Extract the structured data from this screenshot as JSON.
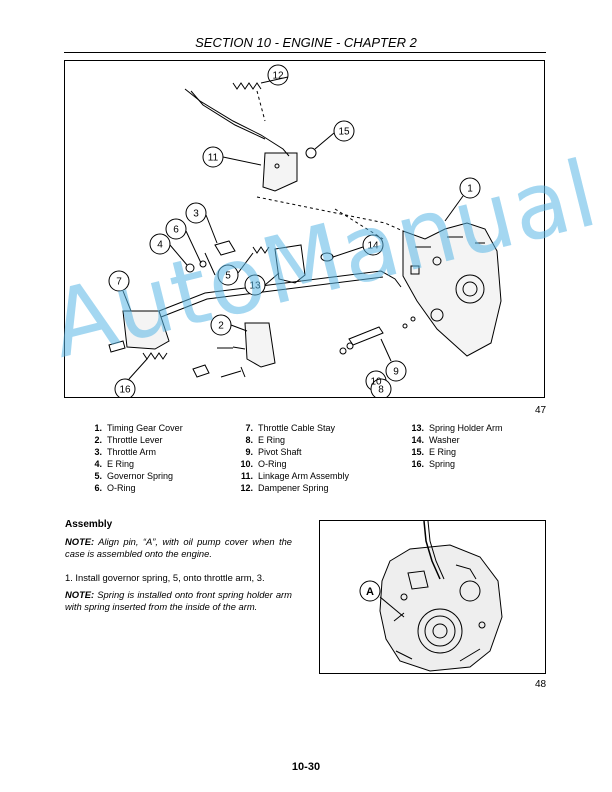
{
  "header": {
    "title": "SECTION 10 - ENGINE - CHAPTER 2"
  },
  "figure_1": {
    "number": "47",
    "callouts": [
      "1",
      "2",
      "3",
      "4",
      "5",
      "6",
      "7",
      "8",
      "9",
      "10",
      "11",
      "12",
      "13",
      "14",
      "15",
      "16"
    ]
  },
  "legend": {
    "col1": [
      {
        "num": "1.",
        "label": "Timing Gear Cover"
      },
      {
        "num": "2.",
        "label": "Throttle Lever"
      },
      {
        "num": "3.",
        "label": "Throttle Arm"
      },
      {
        "num": "4.",
        "label": "E Ring"
      },
      {
        "num": "5.",
        "label": "Governor Spring"
      },
      {
        "num": "6.",
        "label": "O-Ring"
      }
    ],
    "col2": [
      {
        "num": "7.",
        "label": "Throttle Cable Stay"
      },
      {
        "num": "8.",
        "label": "E Ring"
      },
      {
        "num": "9.",
        "label": "Pivot Shaft"
      },
      {
        "num": "10.",
        "label": "O-Ring"
      },
      {
        "num": "11.",
        "label": "Linkage Arm Assembly"
      },
      {
        "num": "12.",
        "label": "Dampener Spring"
      }
    ],
    "col3": [
      {
        "num": "13.",
        "label": "Spring Holder Arm"
      },
      {
        "num": "14.",
        "label": "Washer"
      },
      {
        "num": "15.",
        "label": "E Ring"
      },
      {
        "num": "16.",
        "label": "Spring"
      }
    ]
  },
  "watermark": "AutoManual",
  "assembly": {
    "title": "Assembly",
    "note1_label": "NOTE:",
    "note1_text": " Align pin, “A”, with oil pump cover when the case is assembled onto the engine.",
    "step1": "1.   Install governor spring, 5, onto throttle arm, 3.",
    "note2_label": "NOTE:",
    "note2_text": " Spring is installed onto front spring holder arm with spring inserted from the inside of the arm."
  },
  "figure_2": {
    "number": "48",
    "callout": "A"
  },
  "footer": {
    "page_number": "10-30"
  }
}
